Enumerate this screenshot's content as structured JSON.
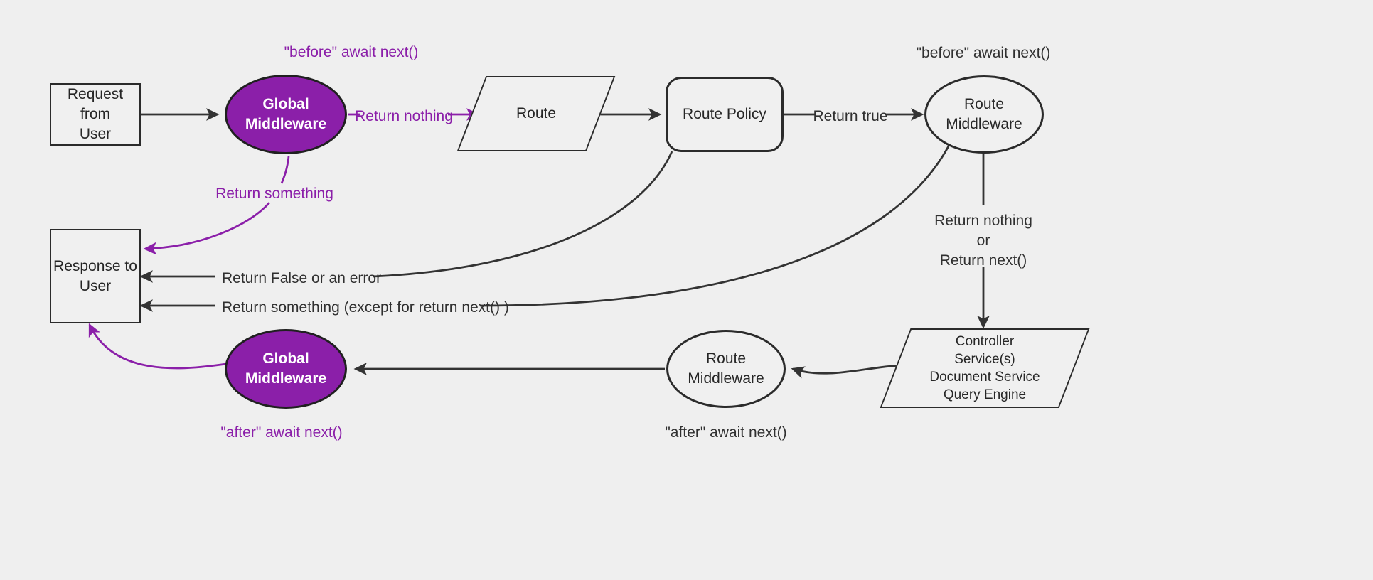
{
  "diagram": {
    "title": "Middleware request lifecycle flow",
    "background_color": "#efefef",
    "accent_color": "#8B1FA9",
    "stroke_color": "#2b2b2b",
    "nodes": [
      {
        "id": "request",
        "label": "Request from\nUser",
        "shape": "rect"
      },
      {
        "id": "global_mw_top",
        "label": "Global\nMiddleware",
        "shape": "ellipse",
        "fill": "#8B1FA9"
      },
      {
        "id": "route",
        "label": "Route",
        "shape": "parallelogram"
      },
      {
        "id": "route_policy",
        "label": "Route Policy",
        "shape": "rounded-rect"
      },
      {
        "id": "route_mw_top",
        "label": "Route\nMiddleware",
        "shape": "ellipse"
      },
      {
        "id": "controller",
        "label": "Controller\nService(s)\nDocument Service\nQuery Engine",
        "shape": "parallelogram"
      },
      {
        "id": "route_mw_bot",
        "label": "Route\nMiddleware",
        "shape": "ellipse"
      },
      {
        "id": "global_mw_bot",
        "label": "Global\nMiddleware",
        "shape": "ellipse",
        "fill": "#8B1FA9"
      },
      {
        "id": "response",
        "label": "Response to\nUser",
        "shape": "rect"
      }
    ],
    "node_labels": {
      "request_line1": "Request from",
      "request_line2": "User",
      "global_mw_top_line1": "Global",
      "global_mw_top_line2": "Middleware",
      "route": "Route",
      "route_policy": "Route Policy",
      "route_mw_top_line1": "Route",
      "route_mw_top_line2": "Middleware",
      "controller_line1": "Controller",
      "controller_line2": "Service(s)",
      "controller_line3": "Document Service",
      "controller_line4": "Query Engine",
      "route_mw_bot_line1": "Route",
      "route_mw_bot_line2": "Middleware",
      "global_mw_bot_line1": "Global",
      "global_mw_bot_line2": "Middleware",
      "response_line1": "Response to",
      "response_line2": "User"
    },
    "annotations": {
      "before_await_next_global": "\"before\" await next()",
      "before_await_next_route": "\"before\" await next()",
      "after_await_next_global": "\"after\" await next()",
      "after_await_next_route": "\"after\" await next()"
    },
    "edge_labels": {
      "return_nothing": "Return nothing",
      "return_something": "Return something",
      "return_true": "Return true",
      "return_nothing_or_next_line1": "Return nothing",
      "return_nothing_or_next_line2": "or",
      "return_nothing_or_next_line3": "Return next()",
      "return_false_or_error": "Return False or an error",
      "return_something_except": "Return something (except for return next() )"
    }
  }
}
